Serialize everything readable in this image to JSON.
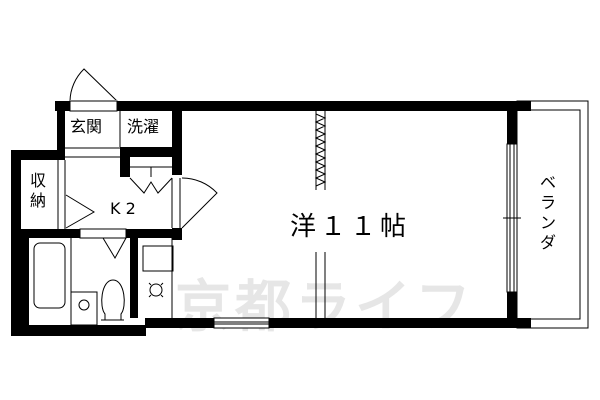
{
  "floor_plan": {
    "rooms": {
      "entrance": "玄関",
      "laundry": "洗濯",
      "storage_line1": "収",
      "storage_line2": "納",
      "kitchen": "K 2",
      "western_room": "洋１１帖",
      "balcony_chars": [
        "ベ",
        "ラ",
        "ン",
        "ダ"
      ]
    },
    "watermark": "京都ライフ",
    "colors": {
      "wall": "#000000",
      "background": "#ffffff",
      "watermark": "#e6e6e6"
    }
  }
}
